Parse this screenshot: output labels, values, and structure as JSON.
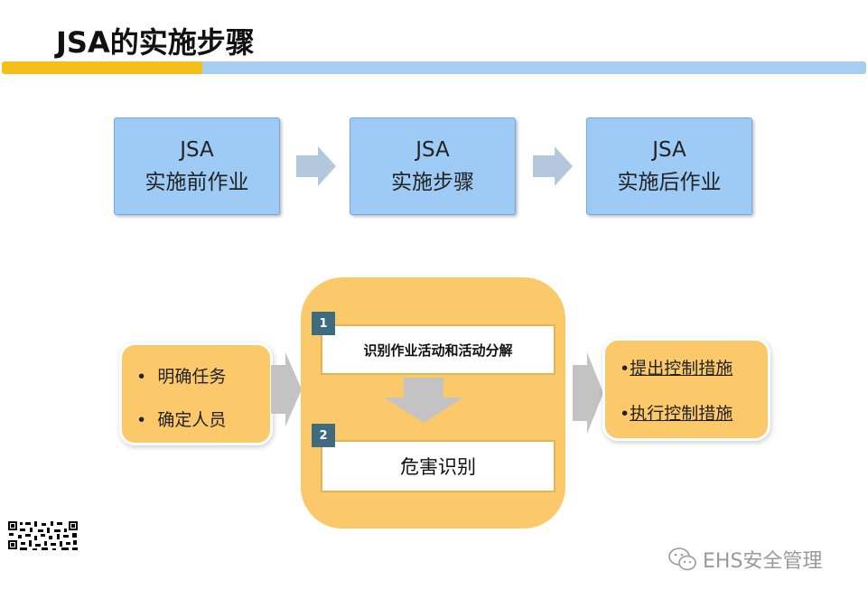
{
  "title": "JSA的实施步骤",
  "steps": [
    {
      "line1": "JSA",
      "line2": "实施前作业"
    },
    {
      "line1": "JSA",
      "line2": "实施步骤"
    },
    {
      "line1": "JSA",
      "line2": "实施后作业"
    }
  ],
  "left_box": {
    "items": [
      "明确任务",
      "确定人员"
    ],
    "bullet": "•"
  },
  "center_box": {
    "step1": {
      "number": "1",
      "text": "识别作业活动和活动分解"
    },
    "step2": {
      "number": "2",
      "text": "危害识别"
    }
  },
  "right_box": {
    "items": [
      "提出控制措施",
      "执行控制措施"
    ],
    "bullet": "•"
  },
  "watermark": {
    "text": "EHS安全管理",
    "icon": "wechat-icon"
  },
  "qr": {
    "icon": "qr-code-icon"
  },
  "colors": {
    "accent_yellow": "#f5be1a",
    "accent_blue": "#a7cdf1",
    "step_fill": "#9ecbf5",
    "box_fill": "#fbc96a"
  }
}
